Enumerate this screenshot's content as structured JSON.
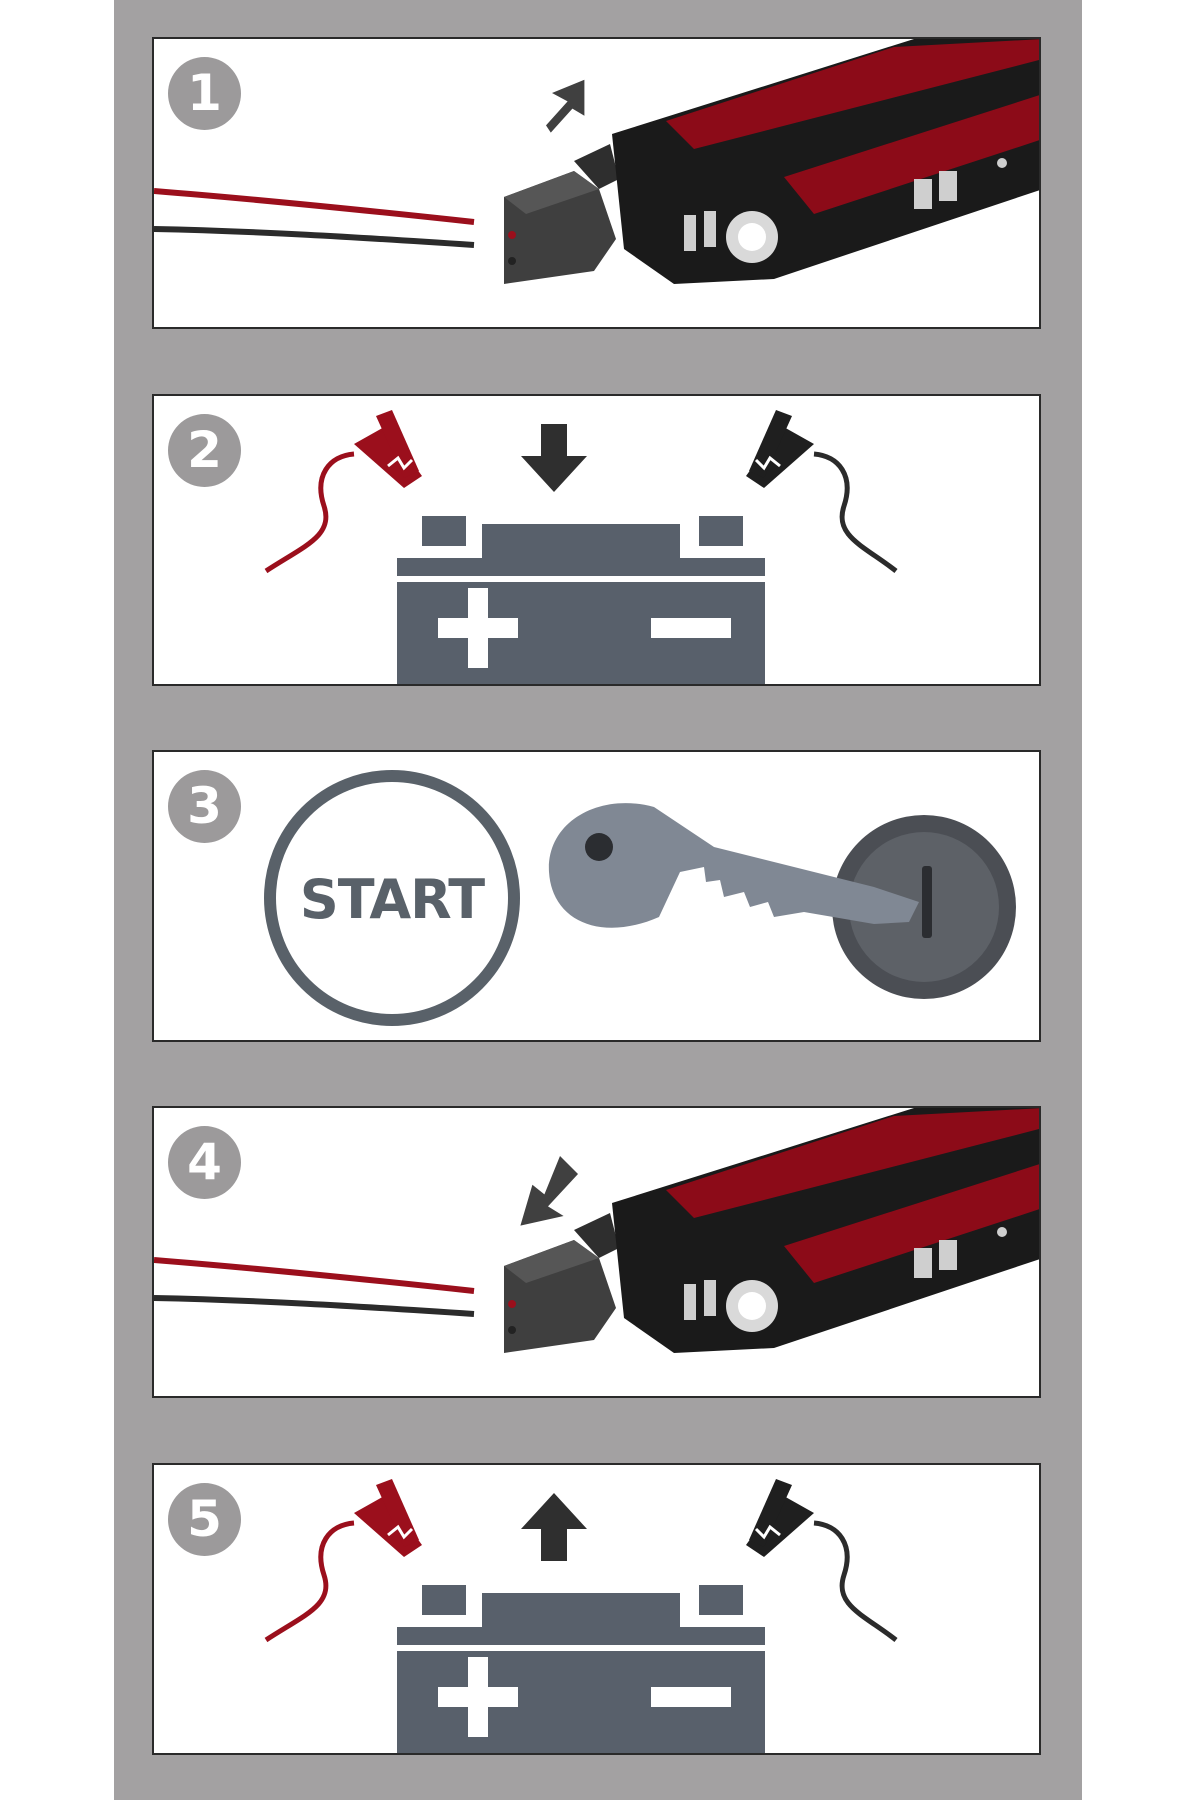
{
  "steps": [
    {
      "number": "1",
      "icon": "jump-starter-cable-connect-icon"
    },
    {
      "number": "2",
      "icon": "battery-clamps-attach-icon"
    },
    {
      "number": "3",
      "icon": "start-button-and-ignition-key-icon",
      "start_label": "START"
    },
    {
      "number": "4",
      "icon": "jump-starter-cable-disconnect-icon"
    },
    {
      "number": "5",
      "icon": "battery-clamps-remove-icon"
    }
  ],
  "colors": {
    "frame": "#a3a1a2",
    "badge": "#9c9a9b",
    "battery": "#58606b",
    "cable_red": "#9b0f1c",
    "cable_black": "#2b2b2b",
    "device_red": "#8c0b18",
    "device_body": "#1a1a1a",
    "key": "#808894",
    "lock": "#4b4e54"
  }
}
